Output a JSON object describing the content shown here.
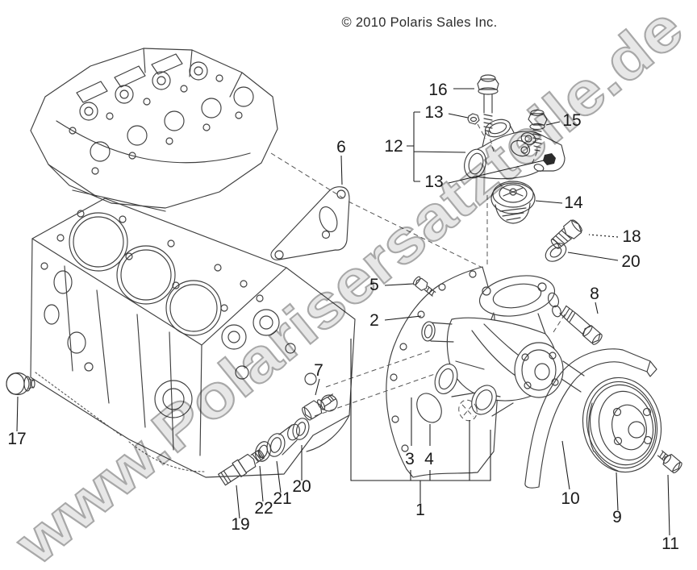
{
  "copyright": "© 2010 Polaris Sales Inc.",
  "watermark": "www.Polarisersatzteile.de",
  "colors": {
    "line": "#3f3f3f",
    "callout": "#1a1a1a",
    "watermark_fill": "#e7e7e7",
    "watermark_outline": "#a8a8a8"
  },
  "callouts": [
    {
      "label": "1"
    },
    {
      "label": "2"
    },
    {
      "label": "3"
    },
    {
      "label": "4"
    },
    {
      "label": "5"
    },
    {
      "label": "6"
    },
    {
      "label": "7"
    },
    {
      "label": "8"
    },
    {
      "label": "9"
    },
    {
      "label": "10"
    },
    {
      "label": "11"
    },
    {
      "label": "12"
    },
    {
      "label": "13"
    },
    {
      "label": "13"
    },
    {
      "label": "14"
    },
    {
      "label": "15"
    },
    {
      "label": "16"
    },
    {
      "label": "17"
    },
    {
      "label": "18"
    },
    {
      "label": "19"
    },
    {
      "label": "20"
    },
    {
      "label": "20"
    },
    {
      "label": "21"
    },
    {
      "label": "22"
    }
  ]
}
